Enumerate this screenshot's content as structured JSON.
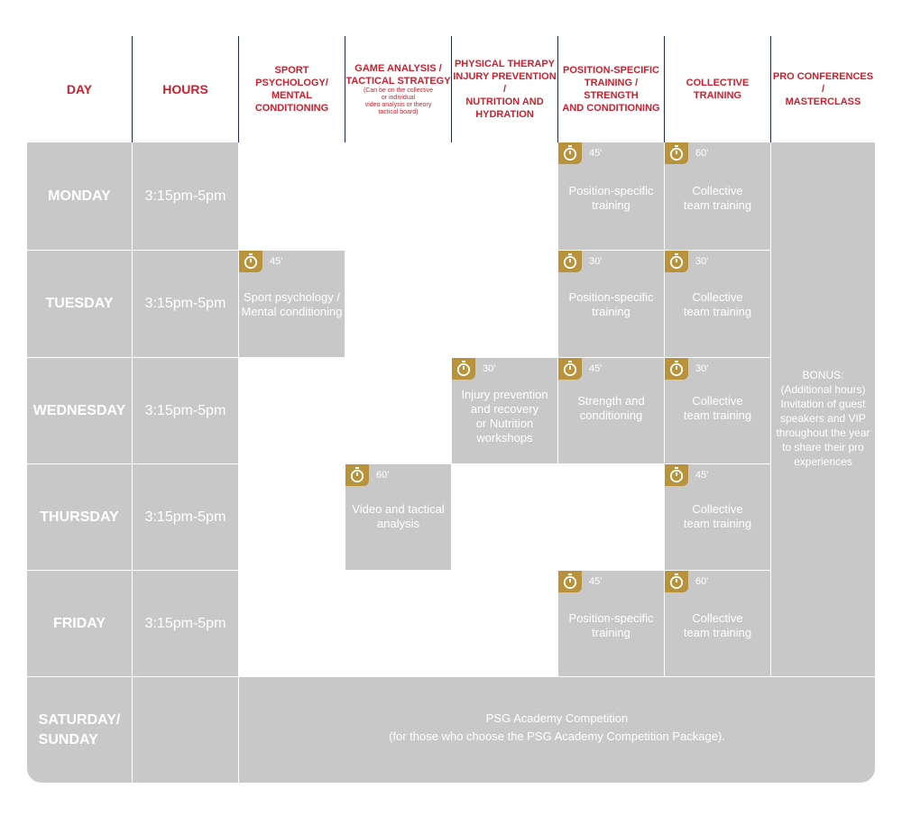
{
  "headers": {
    "day": "DAY",
    "hours": "HOURS",
    "sport_psych": [
      "SPORT PSYCHOLOGY/",
      "MENTAL CONDITIONING"
    ],
    "game_analysis": [
      "GAME ANALYSIS  /",
      "TACTICAL STRATEGY"
    ],
    "game_analysis_note": [
      "(Can be on the collective",
      "or individual",
      "video analysis or theory",
      "tactical board)"
    ],
    "physical_therapy": [
      "PHYSICAL THERAPY",
      "INJURY PREVENTION",
      "/",
      "NUTRITION AND",
      "HYDRATION"
    ],
    "position_specific": [
      "POSITION-SPECIFIC",
      "TRAINING / STRENGTH",
      "AND CONDITIONING"
    ],
    "collective": [
      "COLLECTIVE",
      "TRAINING"
    ],
    "pro_conferences": [
      "PRO CONFERENCES /",
      "MASTERCLASS"
    ]
  },
  "days": [
    {
      "name": "MONDAY",
      "hours": "3:15pm-5pm"
    },
    {
      "name": "TUESDAY",
      "hours": "3:15pm-5pm"
    },
    {
      "name": "WEDNESDAY",
      "hours": "3:15pm-5pm"
    },
    {
      "name": "THURSDAY",
      "hours": "3:15pm-5pm"
    },
    {
      "name": "FRIDAY",
      "hours": "3:15pm-5pm"
    },
    {
      "name": "SATURDAY/\nSUNDAY",
      "hours": ""
    }
  ],
  "sessions": {
    "mon_pos": {
      "duration": "45'",
      "text": "Position-specific\ntraining"
    },
    "mon_col": {
      "duration": "60'",
      "text": "Collective\nteam training"
    },
    "tue_psy": {
      "duration": "45'",
      "text": "Sport psychology /\nMental conditioning"
    },
    "tue_pos": {
      "duration": "30'",
      "text": "Position-specific\ntraining"
    },
    "tue_col": {
      "duration": "30'",
      "text": "Collective\nteam training"
    },
    "wed_phy": {
      "duration": "30'",
      "text": "Injury prevention\nand recovery\nor Nutrition\nworkshops"
    },
    "wed_pos": {
      "duration": "45'",
      "text": "Strength and\nconditioning"
    },
    "wed_col": {
      "duration": "30'",
      "text": "Collective\nteam training"
    },
    "thu_game": {
      "duration": "60'",
      "text": "Video and tactical\nanalysis"
    },
    "thu_col": {
      "duration": "45'",
      "text": "Collective\nteam training"
    },
    "fri_pos": {
      "duration": "45'",
      "text": "Position-specific\ntraining"
    },
    "fri_col": {
      "duration": "60'",
      "text": "Collective\nteam training"
    }
  },
  "bonus": "BONUS:\n(Additional hours)\nInvitation of guest\nspeakers and VIP\nthroughout the year\nto share their pro\nexperiences",
  "weekend": [
    "PSG Academy Competition",
    "(for those who choose the PSG Academy Competition Package)."
  ],
  "colors": {
    "header_red": "#cc1f2d",
    "cell_gray": "#c8c8c8",
    "timer_gold": "#b8933c",
    "separator_navy": "#1d2a5b"
  },
  "icon": "stopwatch-icon"
}
